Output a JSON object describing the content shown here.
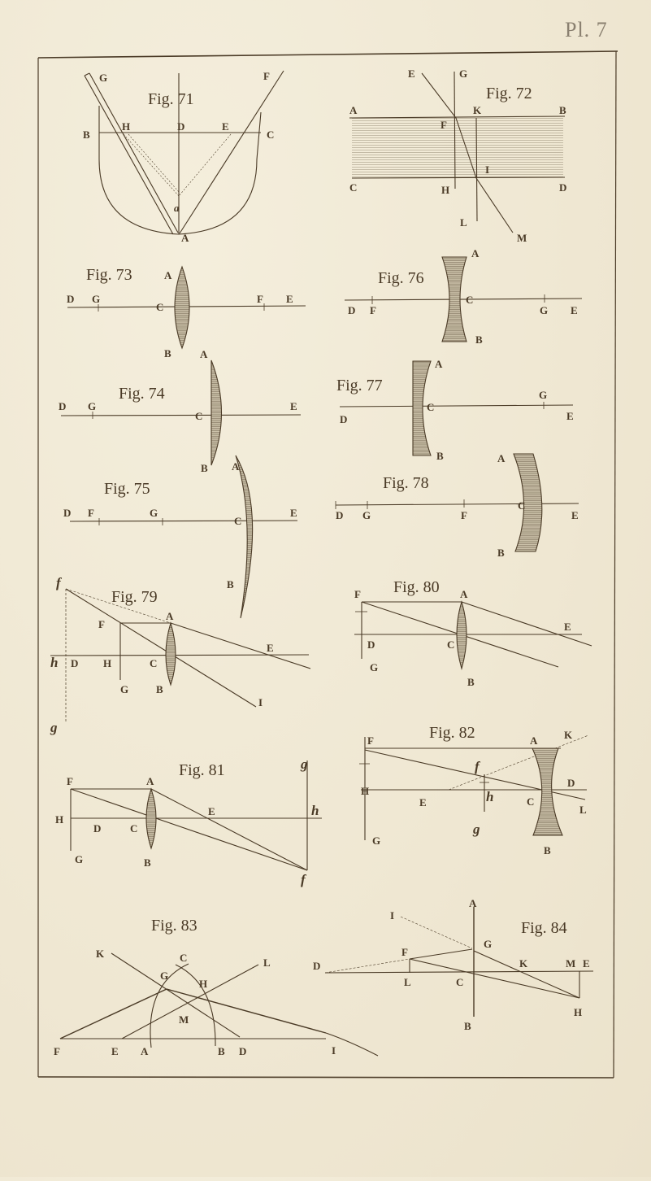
{
  "plate": {
    "label": "Pl. 7"
  },
  "colors": {
    "paper": "#f1ead7",
    "ink": "#4a3a26",
    "frame": "#3e3020",
    "hatch": "#8e8470"
  },
  "figures": [
    {
      "id": "fig71",
      "caption": "Fig. 71",
      "subject": "refraction in hemispherical vessel",
      "labels": [
        "G",
        "F",
        "B",
        "H",
        "D",
        "E",
        "C",
        "a",
        "A"
      ]
    },
    {
      "id": "fig72",
      "caption": "Fig. 72",
      "subject": "refraction through parallel plate",
      "labels": [
        "E",
        "G",
        "A",
        "K",
        "B",
        "F",
        "I",
        "C",
        "H",
        "D",
        "L",
        "M"
      ]
    },
    {
      "id": "fig73",
      "caption": "Fig. 73",
      "subject": "double convex lens",
      "labels": [
        "A",
        "D",
        "G",
        "C",
        "F",
        "E",
        "B"
      ]
    },
    {
      "id": "fig74",
      "caption": "Fig. 74",
      "subject": "plano-convex lens",
      "labels": [
        "A",
        "D",
        "G",
        "C",
        "E",
        "B"
      ]
    },
    {
      "id": "fig75",
      "caption": "Fig. 75",
      "subject": "convex meniscus",
      "labels": [
        "A",
        "D",
        "F",
        "G",
        "C",
        "E",
        "B"
      ]
    },
    {
      "id": "fig76",
      "caption": "Fig. 76",
      "subject": "double concave lens",
      "labels": [
        "A",
        "D",
        "F",
        "C",
        "G",
        "E",
        "B"
      ]
    },
    {
      "id": "fig77",
      "caption": "Fig. 77",
      "subject": "plano-concave lens",
      "labels": [
        "A",
        "D",
        "C",
        "G",
        "E",
        "B"
      ]
    },
    {
      "id": "fig78",
      "caption": "Fig. 78",
      "subject": "concave meniscus",
      "labels": [
        "A",
        "D",
        "G",
        "F",
        "C",
        "E",
        "B"
      ]
    },
    {
      "id": "fig79",
      "caption": "Fig. 79",
      "subject": "virtual image by convex lens",
      "labels": [
        "f",
        "F",
        "A",
        "E",
        "h",
        "D",
        "H",
        "C",
        "G",
        "B",
        "I",
        "g"
      ]
    },
    {
      "id": "fig80",
      "caption": "Fig. 80",
      "subject": "object at focus of convex lens",
      "labels": [
        "F",
        "A",
        "E",
        "D",
        "C",
        "G",
        "B"
      ]
    },
    {
      "id": "fig81",
      "caption": "Fig. 81",
      "subject": "real inverted image by convex lens",
      "labels": [
        "F",
        "A",
        "g",
        "H",
        "E",
        "h",
        "D",
        "C",
        "G",
        "B",
        "f"
      ]
    },
    {
      "id": "fig82",
      "caption": "Fig. 82",
      "subject": "virtual image by concave lens",
      "labels": [
        "F",
        "A",
        "K",
        "f",
        "D",
        "H",
        "E",
        "h",
        "C",
        "L",
        "G",
        "g",
        "B"
      ]
    },
    {
      "id": "fig83",
      "caption": "Fig. 83",
      "subject": "geometric construction",
      "labels": [
        "K",
        "C",
        "L",
        "G",
        "H",
        "M",
        "F",
        "E",
        "A",
        "B",
        "D"
      ]
    },
    {
      "id": "fig84",
      "caption": "Fig. 84",
      "subject": "thin lens ray construction",
      "labels": [
        "A",
        "I",
        "G",
        "F",
        "K",
        "M",
        "E",
        "L",
        "C",
        "H",
        "B"
      ]
    }
  ]
}
